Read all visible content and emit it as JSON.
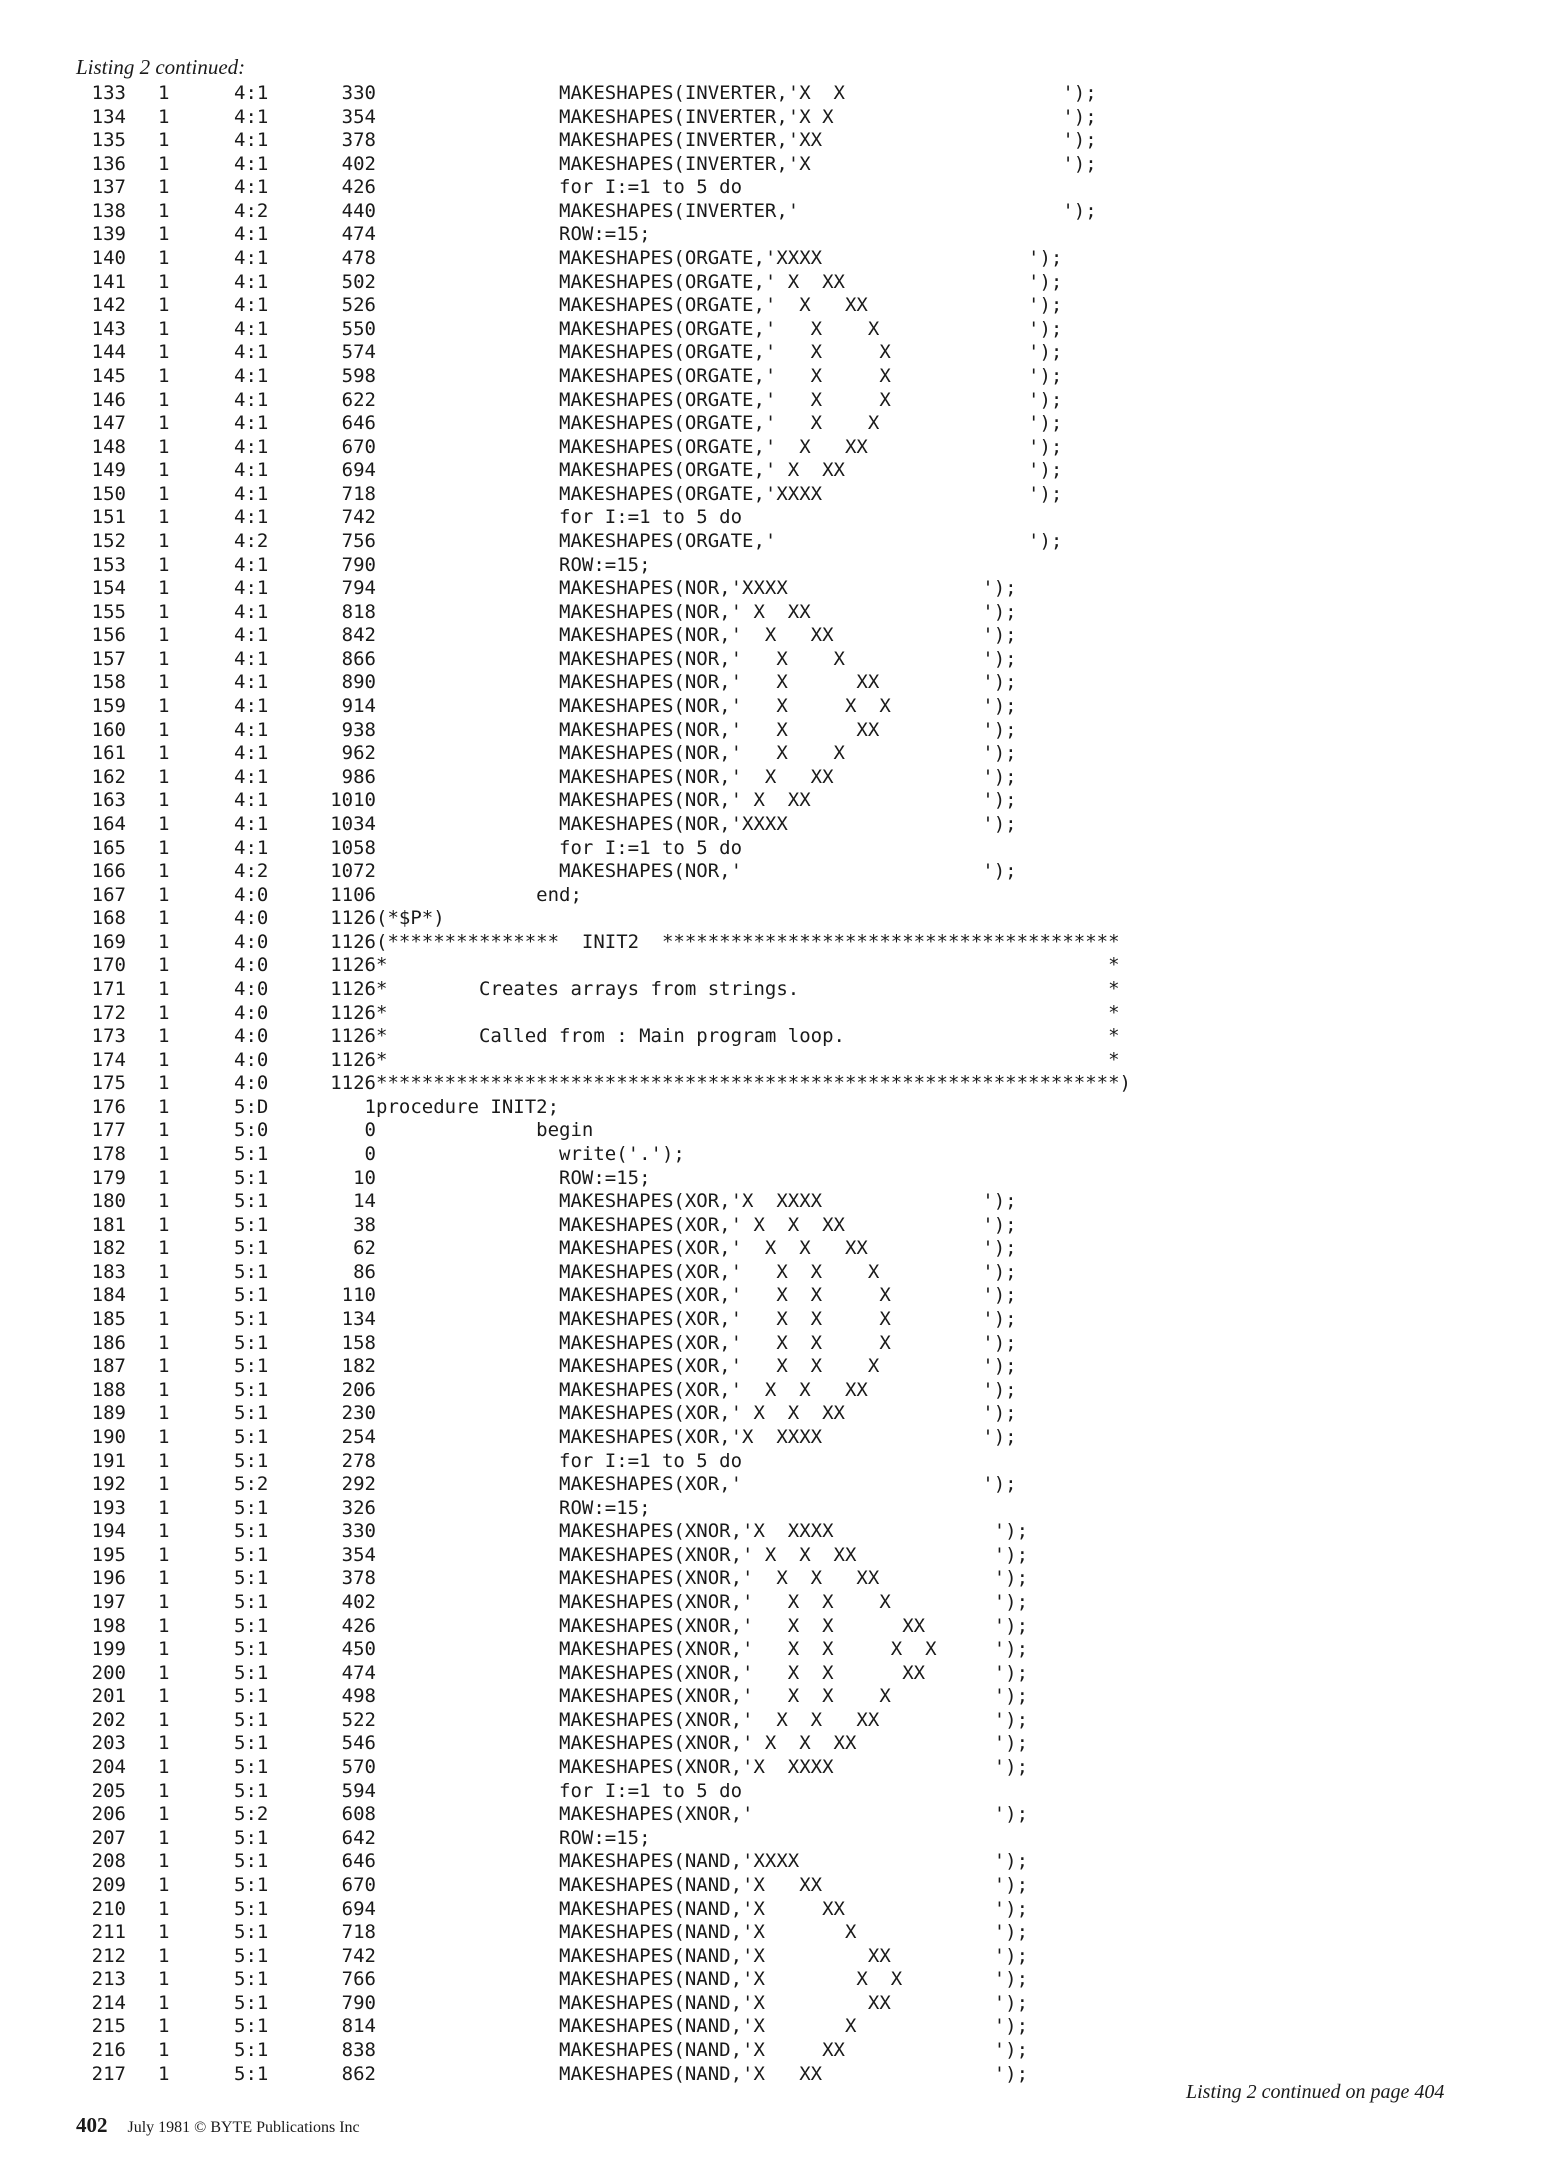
{
  "header": {
    "caption": "Listing 2 continued:"
  },
  "rows": [
    [
      "133",
      "1",
      "4:1",
      "330",
      "                MAKESHAPES(INVERTER,'X  X                   ');"
    ],
    [
      "134",
      "1",
      "4:1",
      "354",
      "                MAKESHAPES(INVERTER,'X X                    ');"
    ],
    [
      "135",
      "1",
      "4:1",
      "378",
      "                MAKESHAPES(INVERTER,'XX                     ');"
    ],
    [
      "136",
      "1",
      "4:1",
      "402",
      "                MAKESHAPES(INVERTER,'X                      ');"
    ],
    [
      "137",
      "1",
      "4:1",
      "426",
      "                for I:=1 to 5 do"
    ],
    [
      "138",
      "1",
      "4:2",
      "440",
      "                MAKESHAPES(INVERTER,'                       ');"
    ],
    [
      "139",
      "1",
      "4:1",
      "474",
      "                ROW:=15;"
    ],
    [
      "140",
      "1",
      "4:1",
      "478",
      "                MAKESHAPES(ORGATE,'XXXX                  ');"
    ],
    [
      "141",
      "1",
      "4:1",
      "502",
      "                MAKESHAPES(ORGATE,' X  XX                ');"
    ],
    [
      "142",
      "1",
      "4:1",
      "526",
      "                MAKESHAPES(ORGATE,'  X   XX              ');"
    ],
    [
      "143",
      "1",
      "4:1",
      "550",
      "                MAKESHAPES(ORGATE,'   X    X             ');"
    ],
    [
      "144",
      "1",
      "4:1",
      "574",
      "                MAKESHAPES(ORGATE,'   X     X            ');"
    ],
    [
      "145",
      "1",
      "4:1",
      "598",
      "                MAKESHAPES(ORGATE,'   X     X            ');"
    ],
    [
      "146",
      "1",
      "4:1",
      "622",
      "                MAKESHAPES(ORGATE,'   X     X            ');"
    ],
    [
      "147",
      "1",
      "4:1",
      "646",
      "                MAKESHAPES(ORGATE,'   X    X             ');"
    ],
    [
      "148",
      "1",
      "4:1",
      "670",
      "                MAKESHAPES(ORGATE,'  X   XX              ');"
    ],
    [
      "149",
      "1",
      "4:1",
      "694",
      "                MAKESHAPES(ORGATE,' X  XX                ');"
    ],
    [
      "150",
      "1",
      "4:1",
      "718",
      "                MAKESHAPES(ORGATE,'XXXX                  ');"
    ],
    [
      "151",
      "1",
      "4:1",
      "742",
      "                for I:=1 to 5 do"
    ],
    [
      "152",
      "1",
      "4:2",
      "756",
      "                MAKESHAPES(ORGATE,'                      ');"
    ],
    [
      "153",
      "1",
      "4:1",
      "790",
      "                ROW:=15;"
    ],
    [
      "154",
      "1",
      "4:1",
      "794",
      "                MAKESHAPES(NOR,'XXXX                 ');"
    ],
    [
      "155",
      "1",
      "4:1",
      "818",
      "                MAKESHAPES(NOR,' X  XX               ');"
    ],
    [
      "156",
      "1",
      "4:1",
      "842",
      "                MAKESHAPES(NOR,'  X   XX             ');"
    ],
    [
      "157",
      "1",
      "4:1",
      "866",
      "                MAKESHAPES(NOR,'   X    X            ');"
    ],
    [
      "158",
      "1",
      "4:1",
      "890",
      "                MAKESHAPES(NOR,'   X      XX         ');"
    ],
    [
      "159",
      "1",
      "4:1",
      "914",
      "                MAKESHAPES(NOR,'   X     X  X        ');"
    ],
    [
      "160",
      "1",
      "4:1",
      "938",
      "                MAKESHAPES(NOR,'   X      XX         ');"
    ],
    [
      "161",
      "1",
      "4:1",
      "962",
      "                MAKESHAPES(NOR,'   X    X            ');"
    ],
    [
      "162",
      "1",
      "4:1",
      "986",
      "                MAKESHAPES(NOR,'  X   XX             ');"
    ],
    [
      "163",
      "1",
      "4:1",
      "1010",
      "                MAKESHAPES(NOR,' X  XX               ');"
    ],
    [
      "164",
      "1",
      "4:1",
      "1034",
      "                MAKESHAPES(NOR,'XXXX                 ');"
    ],
    [
      "165",
      "1",
      "4:1",
      "1058",
      "                for I:=1 to 5 do"
    ],
    [
      "166",
      "1",
      "4:2",
      "1072",
      "                MAKESHAPES(NOR,'                     ');"
    ],
    [
      "167",
      "1",
      "4:0",
      "1106",
      "              end;"
    ],
    [
      "168",
      "1",
      "4:0",
      "1126",
      "(*$P*)"
    ],
    [
      "169",
      "1",
      "4:0",
      "1126",
      "(***************  INIT2  ****************************************"
    ],
    [
      "170",
      "1",
      "4:0",
      "1126",
      "*                                                               *"
    ],
    [
      "171",
      "1",
      "4:0",
      "1126",
      "*        Creates arrays from strings.                           *"
    ],
    [
      "172",
      "1",
      "4:0",
      "1126",
      "*                                                               *"
    ],
    [
      "173",
      "1",
      "4:0",
      "1126",
      "*        Called from : Main program loop.                       *"
    ],
    [
      "174",
      "1",
      "4:0",
      "1126",
      "*                                                               *"
    ],
    [
      "175",
      "1",
      "4:0",
      "1126",
      "*****************************************************************)"
    ],
    [
      "176",
      "1",
      "5:D",
      "1",
      "procedure INIT2;"
    ],
    [
      "177",
      "1",
      "5:0",
      "0",
      "              begin"
    ],
    [
      "178",
      "1",
      "5:1",
      "0",
      "                write('.');"
    ],
    [
      "179",
      "1",
      "5:1",
      "10",
      "                ROW:=15;"
    ],
    [
      "180",
      "1",
      "5:1",
      "14",
      "                MAKESHAPES(XOR,'X  XXXX              ');"
    ],
    [
      "181",
      "1",
      "5:1",
      "38",
      "                MAKESHAPES(XOR,' X  X  XX            ');"
    ],
    [
      "182",
      "1",
      "5:1",
      "62",
      "                MAKESHAPES(XOR,'  X  X   XX          ');"
    ],
    [
      "183",
      "1",
      "5:1",
      "86",
      "                MAKESHAPES(XOR,'   X  X    X         ');"
    ],
    [
      "184",
      "1",
      "5:1",
      "110",
      "                MAKESHAPES(XOR,'   X  X     X        ');"
    ],
    [
      "185",
      "1",
      "5:1",
      "134",
      "                MAKESHAPES(XOR,'   X  X     X        ');"
    ],
    [
      "186",
      "1",
      "5:1",
      "158",
      "                MAKESHAPES(XOR,'   X  X     X        ');"
    ],
    [
      "187",
      "1",
      "5:1",
      "182",
      "                MAKESHAPES(XOR,'   X  X    X         ');"
    ],
    [
      "188",
      "1",
      "5:1",
      "206",
      "                MAKESHAPES(XOR,'  X  X   XX          ');"
    ],
    [
      "189",
      "1",
      "5:1",
      "230",
      "                MAKESHAPES(XOR,' X  X  XX            ');"
    ],
    [
      "190",
      "1",
      "5:1",
      "254",
      "                MAKESHAPES(XOR,'X  XXXX              ');"
    ],
    [
      "191",
      "1",
      "5:1",
      "278",
      "                for I:=1 to 5 do"
    ],
    [
      "192",
      "1",
      "5:2",
      "292",
      "                MAKESHAPES(XOR,'                     ');"
    ],
    [
      "193",
      "1",
      "5:1",
      "326",
      "                ROW:=15;"
    ],
    [
      "194",
      "1",
      "5:1",
      "330",
      "                MAKESHAPES(XNOR,'X  XXXX              ');"
    ],
    [
      "195",
      "1",
      "5:1",
      "354",
      "                MAKESHAPES(XNOR,' X  X  XX            ');"
    ],
    [
      "196",
      "1",
      "5:1",
      "378",
      "                MAKESHAPES(XNOR,'  X  X   XX          ');"
    ],
    [
      "197",
      "1",
      "5:1",
      "402",
      "                MAKESHAPES(XNOR,'   X  X    X         ');"
    ],
    [
      "198",
      "1",
      "5:1",
      "426",
      "                MAKESHAPES(XNOR,'   X  X      XX      ');"
    ],
    [
      "199",
      "1",
      "5:1",
      "450",
      "                MAKESHAPES(XNOR,'   X  X     X  X     ');"
    ],
    [
      "200",
      "1",
      "5:1",
      "474",
      "                MAKESHAPES(XNOR,'   X  X      XX      ');"
    ],
    [
      "201",
      "1",
      "5:1",
      "498",
      "                MAKESHAPES(XNOR,'   X  X    X         ');"
    ],
    [
      "202",
      "1",
      "5:1",
      "522",
      "                MAKESHAPES(XNOR,'  X  X   XX          ');"
    ],
    [
      "203",
      "1",
      "5:1",
      "546",
      "                MAKESHAPES(XNOR,' X  X  XX            ');"
    ],
    [
      "204",
      "1",
      "5:1",
      "570",
      "                MAKESHAPES(XNOR,'X  XXXX              ');"
    ],
    [
      "205",
      "1",
      "5:1",
      "594",
      "                for I:=1 to 5 do"
    ],
    [
      "206",
      "1",
      "5:2",
      "608",
      "                MAKESHAPES(XNOR,'                     ');"
    ],
    [
      "207",
      "1",
      "5:1",
      "642",
      "                ROW:=15;"
    ],
    [
      "208",
      "1",
      "5:1",
      "646",
      "                MAKESHAPES(NAND,'XXXX                 ');"
    ],
    [
      "209",
      "1",
      "5:1",
      "670",
      "                MAKESHAPES(NAND,'X   XX               ');"
    ],
    [
      "210",
      "1",
      "5:1",
      "694",
      "                MAKESHAPES(NAND,'X     XX             ');"
    ],
    [
      "211",
      "1",
      "5:1",
      "718",
      "                MAKESHAPES(NAND,'X       X            ');"
    ],
    [
      "212",
      "1",
      "5:1",
      "742",
      "                MAKESHAPES(NAND,'X         XX         ');"
    ],
    [
      "213",
      "1",
      "5:1",
      "766",
      "                MAKESHAPES(NAND,'X        X  X        ');"
    ],
    [
      "214",
      "1",
      "5:1",
      "790",
      "                MAKESHAPES(NAND,'X         XX         ');"
    ],
    [
      "215",
      "1",
      "5:1",
      "814",
      "                MAKESHAPES(NAND,'X       X            ');"
    ],
    [
      "216",
      "1",
      "5:1",
      "838",
      "                MAKESHAPES(NAND,'X     XX             ');"
    ],
    [
      "217",
      "1",
      "5:1",
      "862",
      "                MAKESHAPES(NAND,'X   XX               ');"
    ]
  ],
  "continued_note": "Listing 2 continued on page 404",
  "footer": {
    "page_number": "402",
    "credit": "July 1981 © BYTE Publications Inc"
  }
}
